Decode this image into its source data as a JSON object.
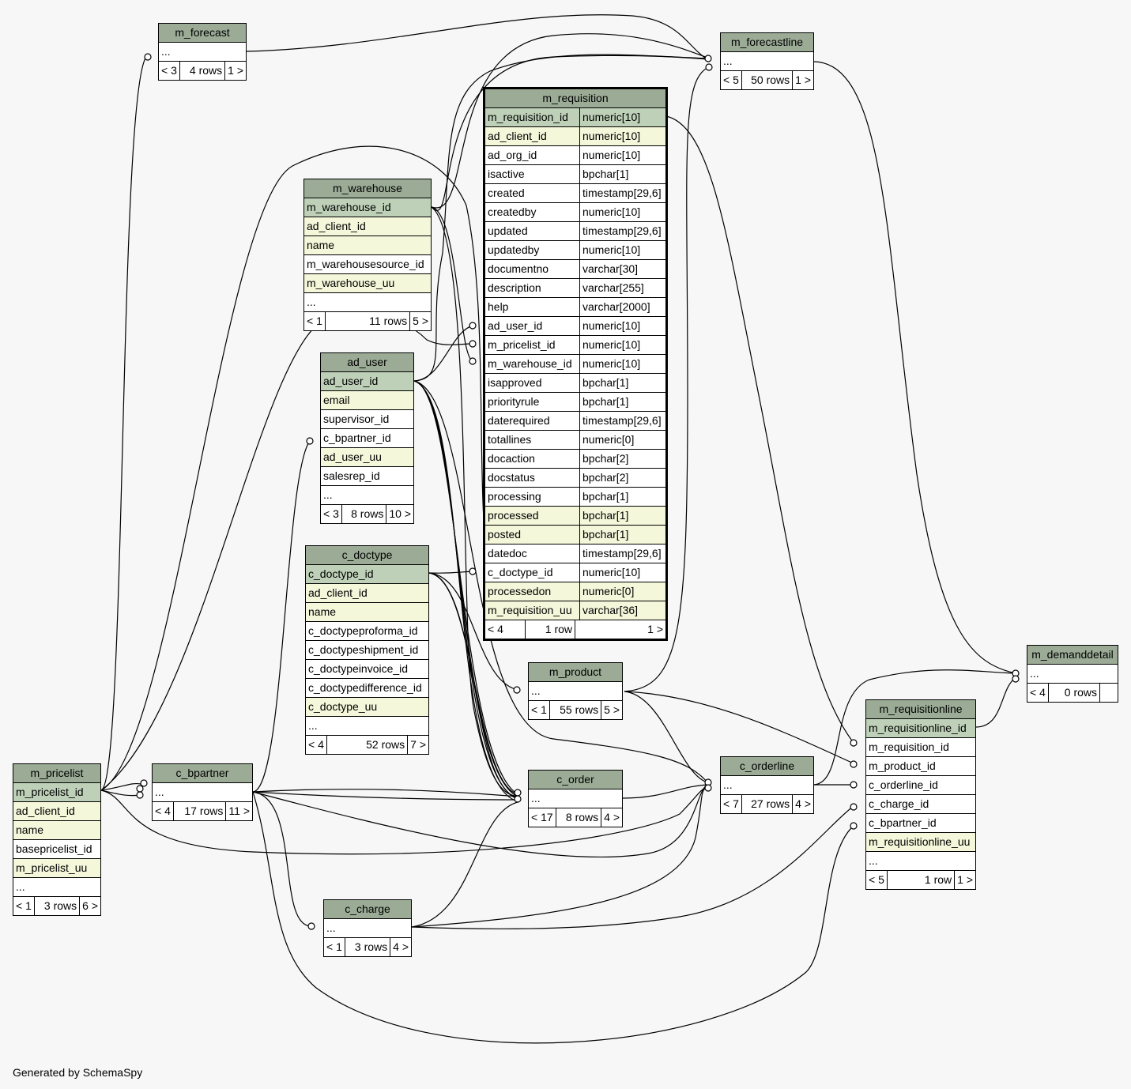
{
  "footer": "Generated by SchemaSpy",
  "tables": {
    "m_requisition": {
      "name": "m_requisition",
      "columns": [
        {
          "name": "m_requisition_id",
          "type": "numeric[10]",
          "kind": "pk"
        },
        {
          "name": "ad_client_id",
          "type": "numeric[10]",
          "kind": "idx"
        },
        {
          "name": "ad_org_id",
          "type": "numeric[10]",
          "kind": "plain"
        },
        {
          "name": "isactive",
          "type": "bpchar[1]",
          "kind": "plain"
        },
        {
          "name": "created",
          "type": "timestamp[29,6]",
          "kind": "plain"
        },
        {
          "name": "createdby",
          "type": "numeric[10]",
          "kind": "plain"
        },
        {
          "name": "updated",
          "type": "timestamp[29,6]",
          "kind": "plain"
        },
        {
          "name": "updatedby",
          "type": "numeric[10]",
          "kind": "plain"
        },
        {
          "name": "documentno",
          "type": "varchar[30]",
          "kind": "plain"
        },
        {
          "name": "description",
          "type": "varchar[255]",
          "kind": "plain"
        },
        {
          "name": "help",
          "type": "varchar[2000]",
          "kind": "plain"
        },
        {
          "name": "ad_user_id",
          "type": "numeric[10]",
          "kind": "plain"
        },
        {
          "name": "m_pricelist_id",
          "type": "numeric[10]",
          "kind": "plain"
        },
        {
          "name": "m_warehouse_id",
          "type": "numeric[10]",
          "kind": "plain"
        },
        {
          "name": "isapproved",
          "type": "bpchar[1]",
          "kind": "plain"
        },
        {
          "name": "priorityrule",
          "type": "bpchar[1]",
          "kind": "plain"
        },
        {
          "name": "daterequired",
          "type": "timestamp[29,6]",
          "kind": "plain"
        },
        {
          "name": "totallines",
          "type": "numeric[0]",
          "kind": "plain"
        },
        {
          "name": "docaction",
          "type": "bpchar[2]",
          "kind": "plain"
        },
        {
          "name": "docstatus",
          "type": "bpchar[2]",
          "kind": "plain"
        },
        {
          "name": "processing",
          "type": "bpchar[1]",
          "kind": "plain"
        },
        {
          "name": "processed",
          "type": "bpchar[1]",
          "kind": "idx"
        },
        {
          "name": "posted",
          "type": "bpchar[1]",
          "kind": "idx"
        },
        {
          "name": "datedoc",
          "type": "timestamp[29,6]",
          "kind": "plain"
        },
        {
          "name": "c_doctype_id",
          "type": "numeric[10]",
          "kind": "plain"
        },
        {
          "name": "processedon",
          "type": "numeric[0]",
          "kind": "idx"
        },
        {
          "name": "m_requisition_uu",
          "type": "varchar[36]",
          "kind": "idx"
        }
      ],
      "footer": [
        "< 4",
        "1 row",
        "1 >"
      ]
    },
    "m_forecast": {
      "name": "m_forecast",
      "columns": [
        {
          "name": "...",
          "kind": "plain"
        }
      ],
      "footer": [
        "< 3",
        "4 rows",
        "1 >"
      ]
    },
    "m_forecastline": {
      "name": "m_forecastline",
      "columns": [
        {
          "name": "...",
          "kind": "plain"
        }
      ],
      "footer": [
        "< 5",
        "50 rows",
        "1 >"
      ]
    },
    "m_warehouse": {
      "name": "m_warehouse",
      "columns": [
        {
          "name": "m_warehouse_id",
          "kind": "pk"
        },
        {
          "name": "ad_client_id",
          "kind": "idx"
        },
        {
          "name": "name",
          "kind": "idx"
        },
        {
          "name": "m_warehousesource_id",
          "kind": "plain"
        },
        {
          "name": "m_warehouse_uu",
          "kind": "idx"
        },
        {
          "name": "...",
          "kind": "plain"
        }
      ],
      "footer": [
        "< 1",
        "11 rows",
        "5 >"
      ]
    },
    "ad_user": {
      "name": "ad_user",
      "columns": [
        {
          "name": "ad_user_id",
          "kind": "pk"
        },
        {
          "name": "email",
          "kind": "idx"
        },
        {
          "name": "supervisor_id",
          "kind": "plain"
        },
        {
          "name": "c_bpartner_id",
          "kind": "plain"
        },
        {
          "name": "ad_user_uu",
          "kind": "idx"
        },
        {
          "name": "salesrep_id",
          "kind": "plain"
        },
        {
          "name": "...",
          "kind": "plain"
        }
      ],
      "footer": [
        "< 3",
        "8 rows",
        "10 >"
      ]
    },
    "c_doctype": {
      "name": "c_doctype",
      "columns": [
        {
          "name": "c_doctype_id",
          "kind": "pk"
        },
        {
          "name": "ad_client_id",
          "kind": "idx"
        },
        {
          "name": "name",
          "kind": "idx"
        },
        {
          "name": "c_doctypeproforma_id",
          "kind": "plain"
        },
        {
          "name": "c_doctypeshipment_id",
          "kind": "plain"
        },
        {
          "name": "c_doctypeinvoice_id",
          "kind": "plain"
        },
        {
          "name": "c_doctypedifference_id",
          "kind": "plain"
        },
        {
          "name": "c_doctype_uu",
          "kind": "idx"
        },
        {
          "name": "...",
          "kind": "plain"
        }
      ],
      "footer": [
        "< 4",
        "52 rows",
        "7 >"
      ]
    },
    "m_product": {
      "name": "m_product",
      "columns": [
        {
          "name": "...",
          "kind": "plain"
        }
      ],
      "footer": [
        "< 1",
        "55 rows",
        "5 >"
      ]
    },
    "c_order": {
      "name": "c_order",
      "columns": [
        {
          "name": "...",
          "kind": "plain"
        }
      ],
      "footer": [
        "< 17",
        "8 rows",
        "4 >"
      ]
    },
    "c_orderline": {
      "name": "c_orderline",
      "columns": [
        {
          "name": "...",
          "kind": "plain"
        }
      ],
      "footer": [
        "< 7",
        "27 rows",
        "4 >"
      ]
    },
    "m_demanddetail": {
      "name": "m_demanddetail",
      "columns": [
        {
          "name": "...",
          "kind": "plain"
        }
      ],
      "footer": [
        "< 4",
        "0 rows",
        ""
      ]
    },
    "m_requisitionline": {
      "name": "m_requisitionline",
      "columns": [
        {
          "name": "m_requisitionline_id",
          "kind": "pk"
        },
        {
          "name": "m_requisition_id",
          "kind": "plain"
        },
        {
          "name": "m_product_id",
          "kind": "plain"
        },
        {
          "name": "c_orderline_id",
          "kind": "plain"
        },
        {
          "name": "c_charge_id",
          "kind": "plain"
        },
        {
          "name": "c_bpartner_id",
          "kind": "plain"
        },
        {
          "name": "m_requisitionline_uu",
          "kind": "idx"
        },
        {
          "name": "...",
          "kind": "plain"
        }
      ],
      "footer": [
        "< 5",
        "1 row",
        "1 >"
      ]
    },
    "m_pricelist": {
      "name": "m_pricelist",
      "columns": [
        {
          "name": "m_pricelist_id",
          "kind": "pk"
        },
        {
          "name": "ad_client_id",
          "kind": "idx"
        },
        {
          "name": "name",
          "kind": "idx"
        },
        {
          "name": "basepricelist_id",
          "kind": "plain"
        },
        {
          "name": "m_pricelist_uu",
          "kind": "idx"
        },
        {
          "name": "...",
          "kind": "plain"
        }
      ],
      "footer": [
        "< 1",
        "3 rows",
        "6 >"
      ]
    },
    "c_bpartner": {
      "name": "c_bpartner",
      "columns": [
        {
          "name": "...",
          "kind": "plain"
        }
      ],
      "footer": [
        "< 4",
        "17 rows",
        "11 >"
      ]
    },
    "c_charge": {
      "name": "c_charge",
      "columns": [
        {
          "name": "...",
          "kind": "plain"
        }
      ],
      "footer": [
        "< 1",
        "3 rows",
        "4 >"
      ]
    }
  }
}
